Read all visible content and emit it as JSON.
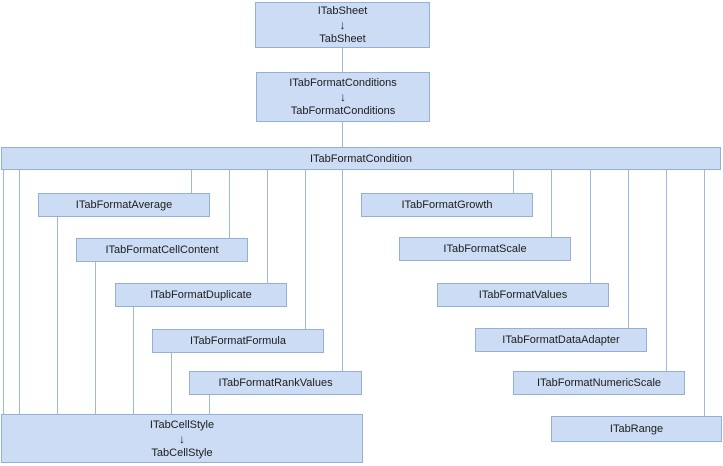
{
  "theme": {
    "canvas": "#ffffff",
    "box_fill": "#cbdcf4",
    "box_border": "#92b1d5",
    "connector": "#9db9dc",
    "text": "#1c1c1c"
  },
  "nodes": {
    "tabsheet": [
      "ITabSheet",
      "↓",
      "TabSheet"
    ],
    "tabformatconditions": [
      "ITabFormatConditions",
      "↓",
      "TabFormatConditions"
    ],
    "tabformatcondition": "ITabFormatCondition",
    "average": "ITabFormatAverage",
    "cellcontent": "ITabFormatCellContent",
    "duplicate": "ITabFormatDuplicate",
    "formula": "ITabFormatFormula",
    "rankvalues": "ITabFormatRankValues",
    "growth": "ITabFormatGrowth",
    "scale": "ITabFormatScale",
    "values": "ITabFormatValues",
    "dataadapter": "ITabFormatDataAdapter",
    "numericscale": "ITabFormatNumericScale",
    "range": "ITabRange",
    "cellstyle": [
      "ITabCellStyle",
      "↓",
      "TabCellStyle"
    ]
  }
}
